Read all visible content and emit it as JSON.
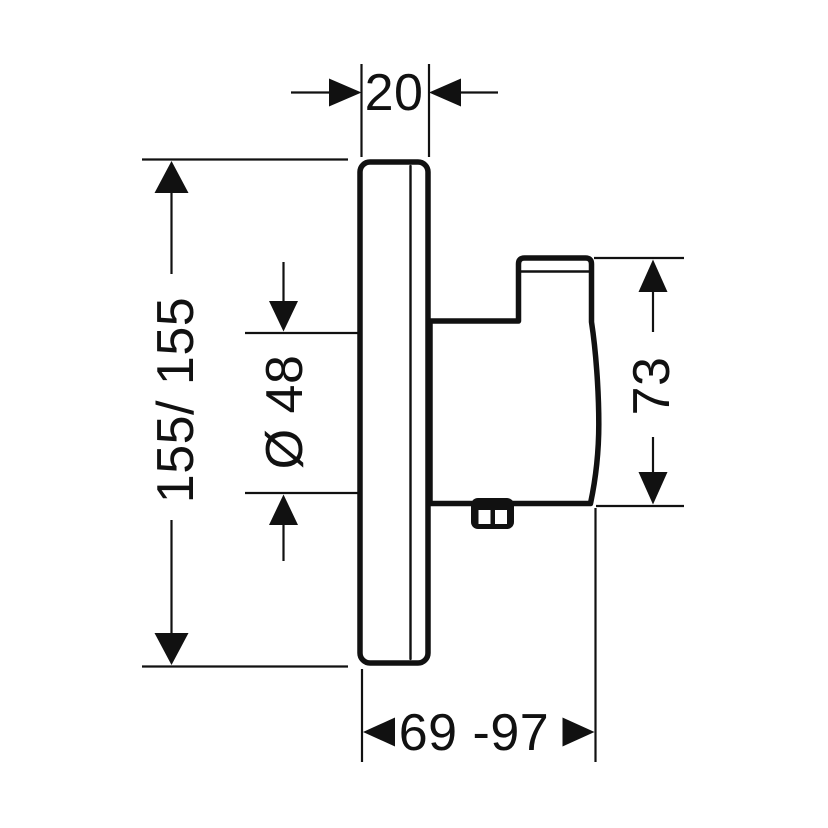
{
  "canvas": {
    "background_color": "#ffffff",
    "line_color": "#111111"
  },
  "dimensions": {
    "thickness": {
      "label": "20"
    },
    "faceplate": {
      "label": "155/ 155"
    },
    "diameter": {
      "label": "Ø 48"
    },
    "height": {
      "label": "73"
    },
    "depth": {
      "label": "69 -97"
    }
  }
}
